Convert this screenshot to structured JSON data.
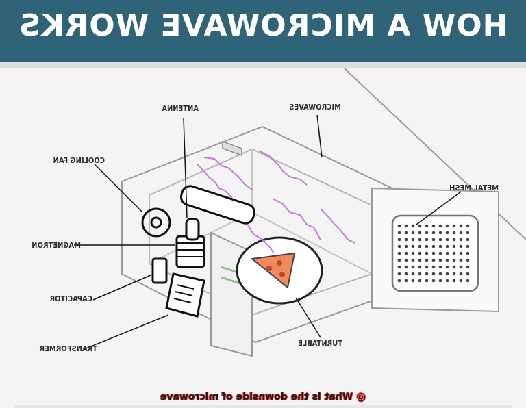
{
  "header": {
    "title": "HOW A MICROWAVE WORKS"
  },
  "labels": {
    "antenna": "ANTENNA",
    "microwaves": "MICROWAVES",
    "cooling_fan": "COOLING FAN",
    "metal_mesh": "METAL MESH",
    "magnetron": "MAGNETRON",
    "capacitor": "CAPACITOR",
    "turntable": "TURNTABLE",
    "transformer": "TRANSFORMER"
  },
  "caption": "@ What is the downside of microwave",
  "colors": {
    "header_bg": "#2e6378",
    "wave": "#c678d8",
    "pizza": "#f08a5d",
    "caption_glow": "#ff4c4c"
  }
}
